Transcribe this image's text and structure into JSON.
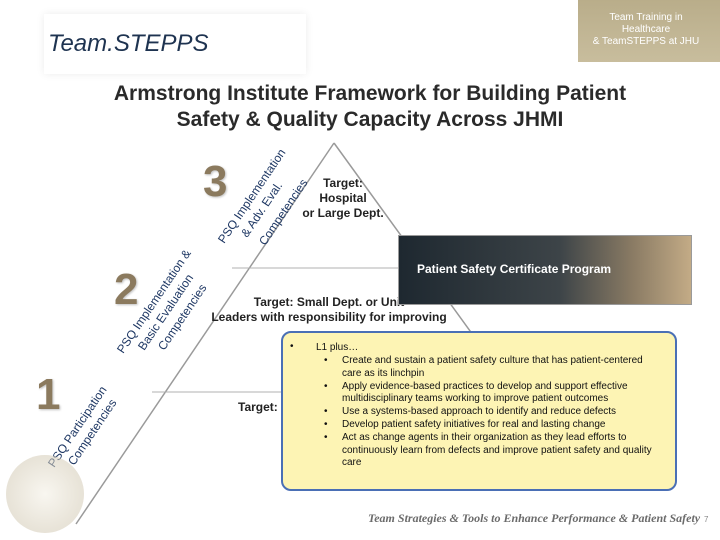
{
  "header": {
    "logo": "Team.STEPPS",
    "right_lines": [
      "Team Training in",
      "Healthcare",
      "& TeamSTEPPS at JHU"
    ]
  },
  "title_lines": [
    "Armstrong Institute Framework for Building  Patient",
    "Safety & Quality Capacity Across JHMI"
  ],
  "levels": [
    {
      "number": "3",
      "rotated_lines": [
        "PSQ Implementation",
        "& Adv. Eval.",
        "Competencies"
      ],
      "target_lines": [
        "Target:",
        "Hospital",
        "or Large Dept."
      ]
    },
    {
      "number": "2",
      "rotated_lines": [
        "PSQ Implementation &",
        "Basic Evaluation",
        "Competencies"
      ],
      "target_lines": [
        "Target: Small Dept. or Unit",
        "Leaders with responsibility for improving"
      ]
    },
    {
      "number": "1",
      "rotated_lines": [
        "PSQ Participation",
        "Competencies"
      ],
      "target_lines": [
        "Target:"
      ]
    }
  ],
  "certificate_program": "Patient Safety Certificate Program",
  "popup": {
    "bullet": "•",
    "level1": "L1 plus…",
    "items": [
      "Create and sustain a patient safety culture that has patient-centered care as its linchpin",
      "Apply evidence-based practices to develop and support effective multidisciplinary teams working to improve  patient  outcomes",
      "Use a systems-based approach to identify and reduce defects",
      "Develop patient safety initiatives for real and lasting change",
      "Act as change agents in their organization as they lead efforts to continuously learn from defects and improve patient safety and quality care"
    ]
  },
  "footer": "Team Strategies & Tools to Enhance Performance & Patient Safety",
  "page_number": "7",
  "colors": {
    "header_band": "#b9ad8a",
    "level_number": "#8b7a5e",
    "rotated_text": "#1f3864",
    "popup_bg": "#fdf4b4",
    "popup_border": "#4a6fb5"
  }
}
